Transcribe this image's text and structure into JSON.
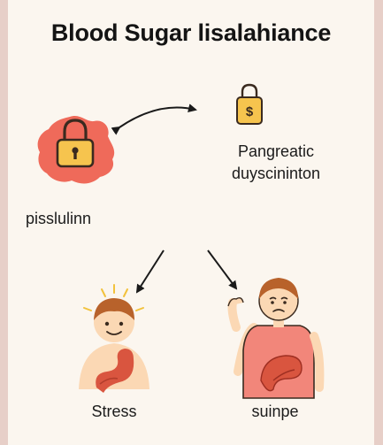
{
  "title": "Blood Sugar lisalahiance",
  "labels": {
    "pancreatic": "Pangreatic duyscininton",
    "insulin": "pisslulinn",
    "stress": "Stress",
    "sniper": "suinpe"
  },
  "icons": {
    "lock_badge": "padlock-icon",
    "dollar_lock": "dollar-padlock-icon",
    "child": "stressed-child-figure",
    "person": "worried-person-with-pancreas"
  },
  "colors": {
    "badge": "#ef6a5a",
    "lock_body": "#f6c44e",
    "skin": "#fbd8b4",
    "hair": "#b8622b",
    "shirt": "#f2867a",
    "organ": "#d9553f",
    "background": "#fbf6ef"
  }
}
